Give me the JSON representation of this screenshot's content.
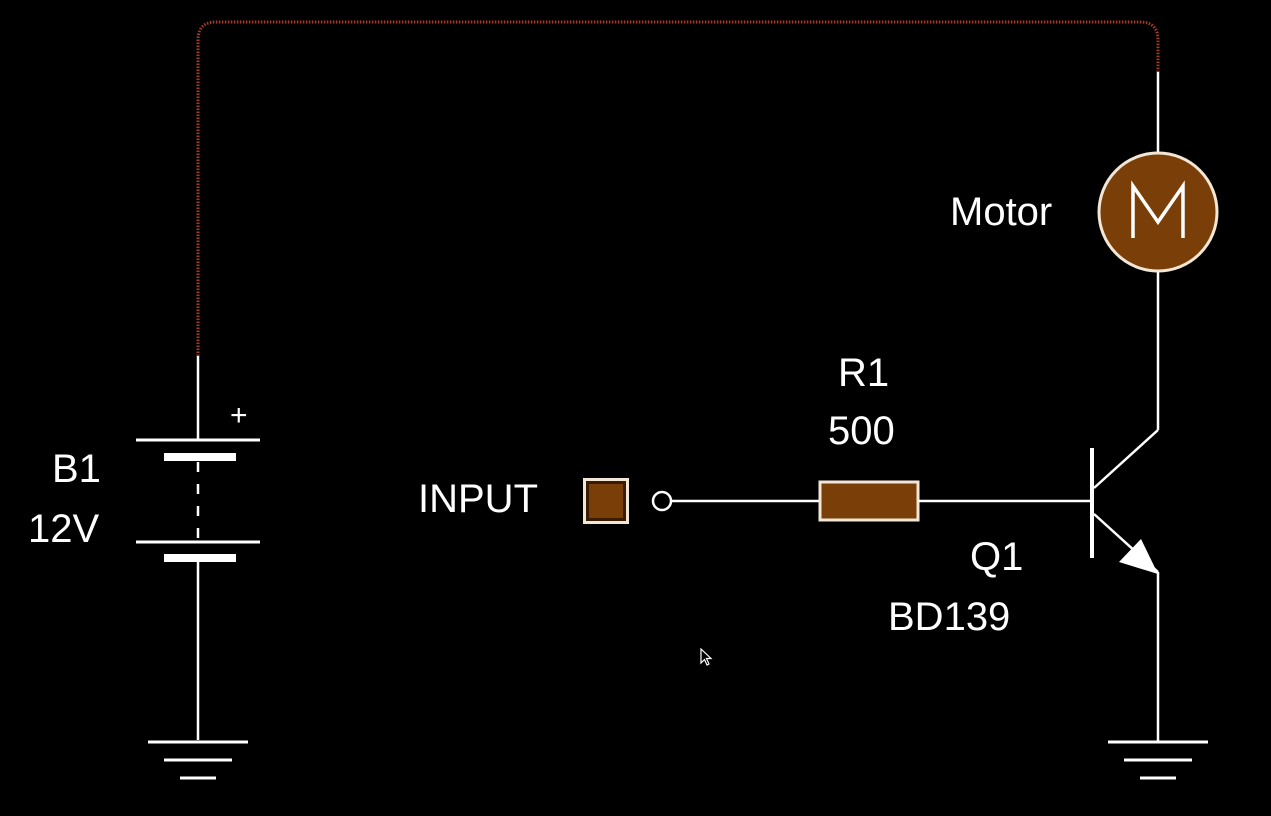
{
  "battery": {
    "name": "B1",
    "value": "12V",
    "plus_sign": "+"
  },
  "resistor": {
    "name": "R1",
    "value": "500"
  },
  "transistor": {
    "name": "Q1",
    "value": "BD139"
  },
  "motor": {
    "name": "Motor",
    "symbol": "M"
  },
  "input": {
    "label": "INPUT"
  },
  "colors": {
    "background": "#000000",
    "wire": "#ffffff",
    "energized_wire": "#a83a2a",
    "component_fill": "#7a3e08",
    "component_stroke": "#f2e6d6"
  }
}
